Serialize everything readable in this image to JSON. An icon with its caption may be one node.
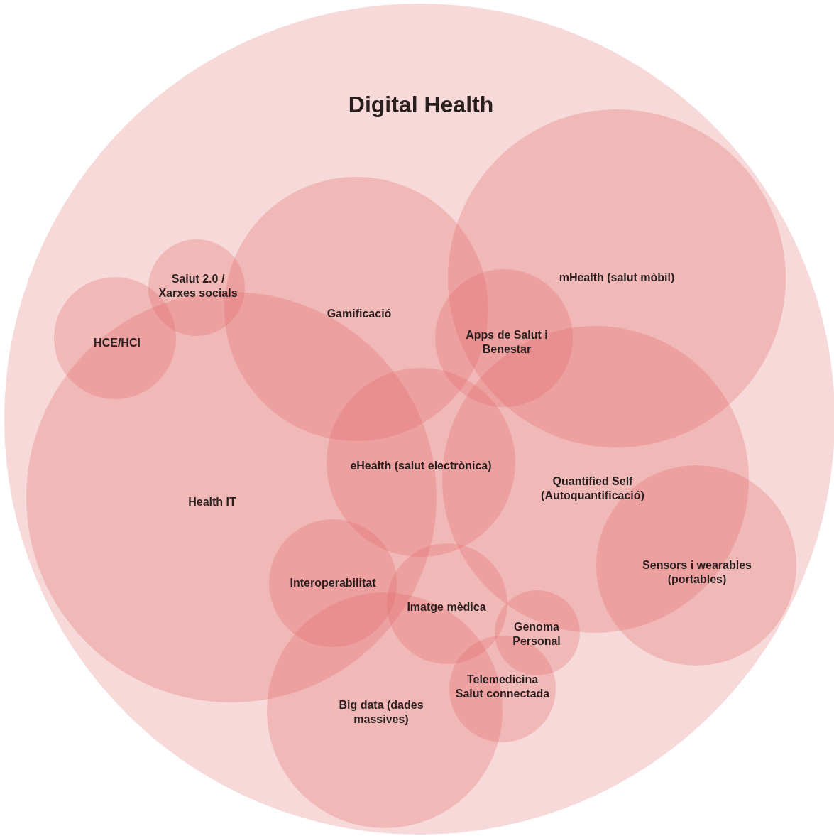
{
  "diagram": {
    "nodes": [
      {
        "text": [
          "Digital Health"
        ]
      },
      {
        "text": [
          "mHealth (salut mòbil)"
        ],
        "in": 0
      },
      {
        "text": [
          "Salut 2.0 / Xarxes socials"
        ],
        "in": 0
      },
      {
        "text": [
          "Gamificació"
        ],
        "in": 0
      },
      {
        "text": [
          "HCE/HCI"
        ],
        "in": 0
      },
      {
        "text": [
          "Apps de Salut i Benestar"
        ],
        "in": 0
      },
      {
        "text": [
          "eHealth (salut electrònica)"
        ],
        "in": 0
      },
      {
        "text": [
          "Quantified Self (Autoquantificació)"
        ],
        "in": 0
      },
      {
        "text": [
          "Health IT"
        ],
        "in": 0
      },
      {
        "text": [
          "Sensors i wearables (portables)"
        ],
        "in": 0
      },
      {
        "text": [
          "Interoperabilitat"
        ],
        "in": 8
      },
      {
        "text": [
          "Imatge mèdica"
        ],
        "in": 0
      },
      {
        "text": [
          "Genoma Personal"
        ],
        "in": 0
      },
      {
        "text": [
          "Telemedicina Salut connectada"
        ],
        "in": 0
      },
      {
        "text": [
          "Big data (dades massives)"
        ],
        "in": 0
      }
    ]
  }
}
